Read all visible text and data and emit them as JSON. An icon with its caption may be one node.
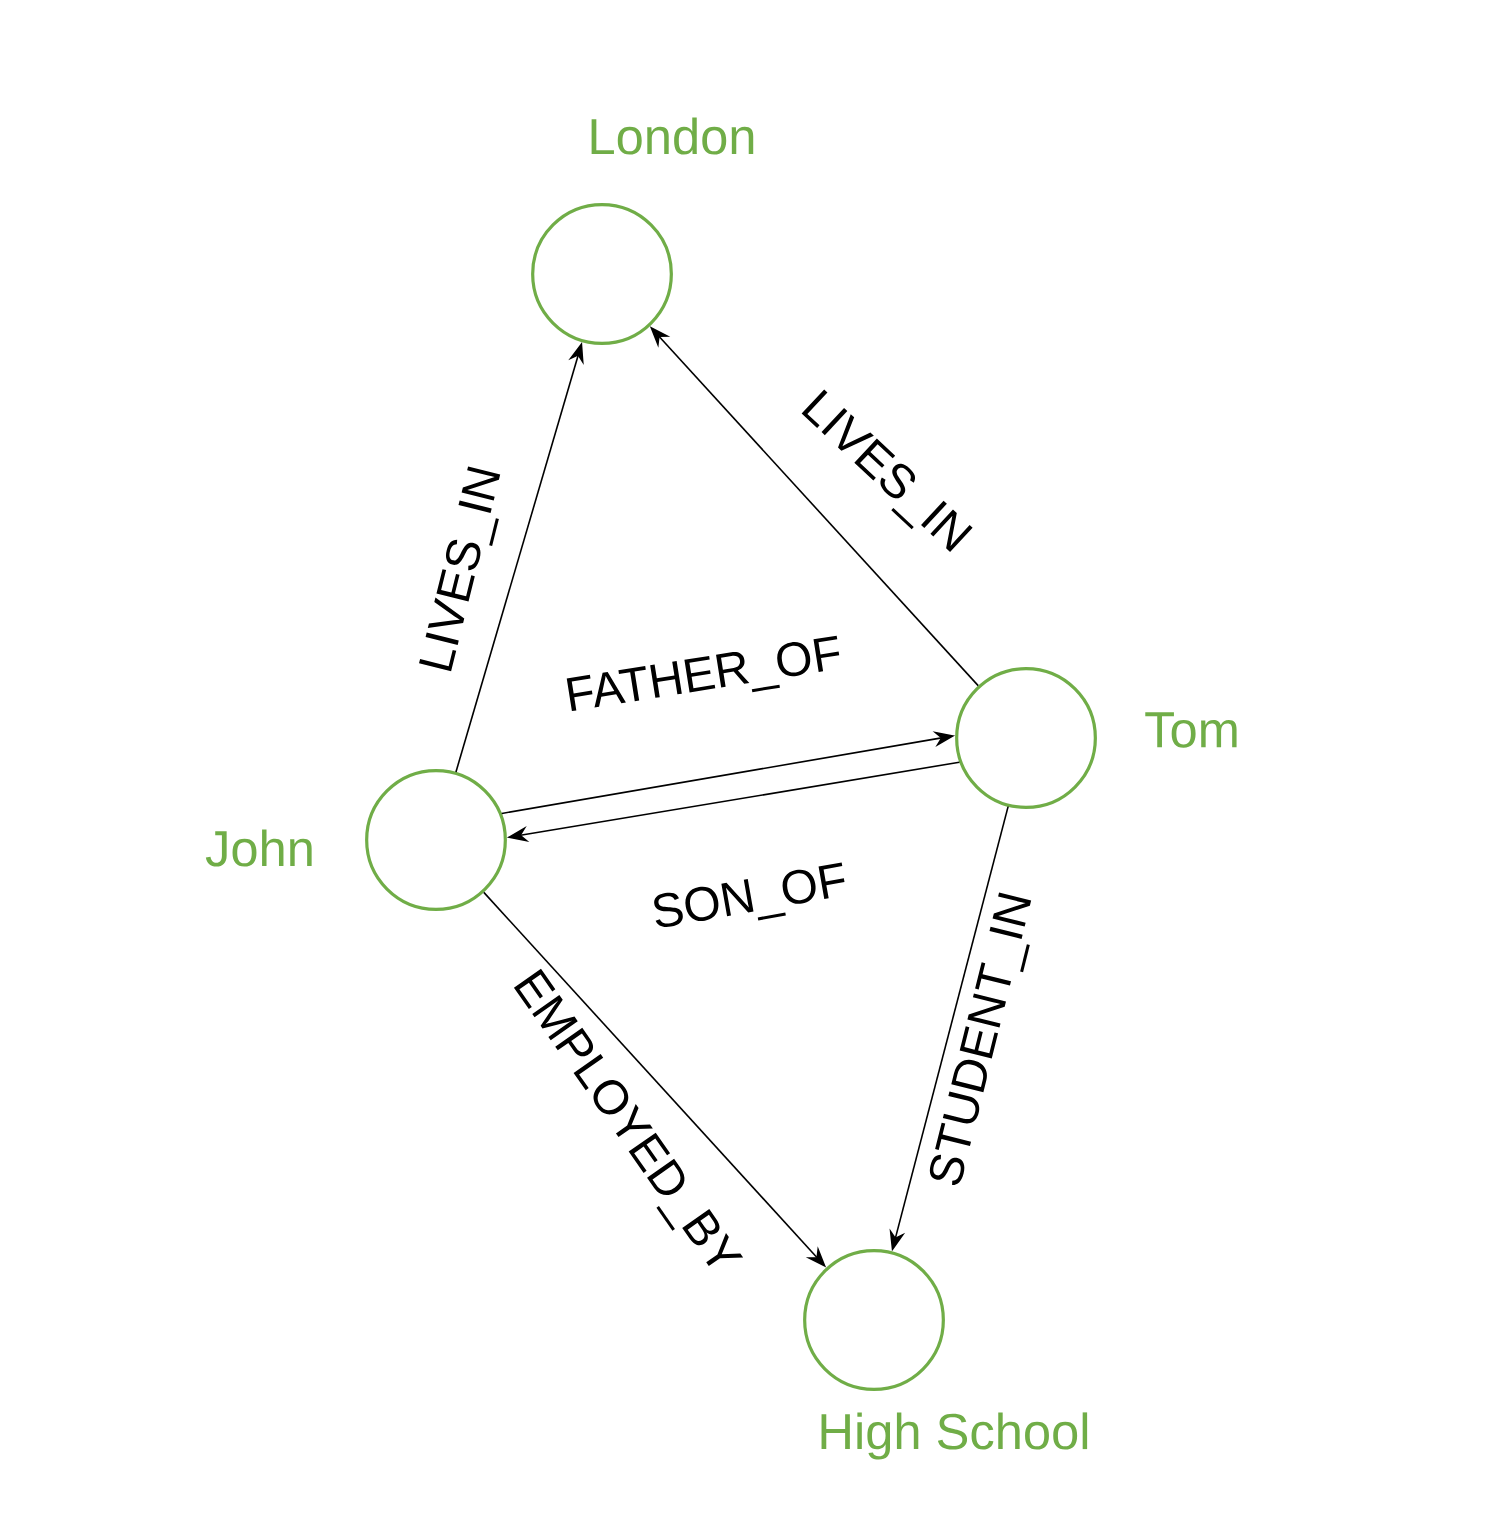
{
  "diagram": {
    "nodes": [
      {
        "text": [
          "London"
        ]
      },
      {
        "text": [
          "John"
        ]
      },
      {
        "text": [
          "Tom"
        ]
      },
      {
        "text": [
          "High School"
        ]
      }
    ],
    "edges": [
      {
        "from": 1,
        "to": 0,
        "arrow": "to",
        "label": "LIVES_IN"
      },
      {
        "from": 2,
        "to": 0,
        "arrow": "to",
        "label": "LIVES_IN"
      },
      {
        "from": 1,
        "to": 2,
        "arrow": "to",
        "label": "FATHER_OF"
      },
      {
        "from": 2,
        "to": 1,
        "arrow": "to",
        "label": "SON_OF"
      },
      {
        "from": 1,
        "to": 3,
        "arrow": "to",
        "label": "EMPLOYED_BY"
      },
      {
        "from": 2,
        "to": 3,
        "arrow": "to",
        "label": "STUDENT_IN"
      }
    ]
  }
}
